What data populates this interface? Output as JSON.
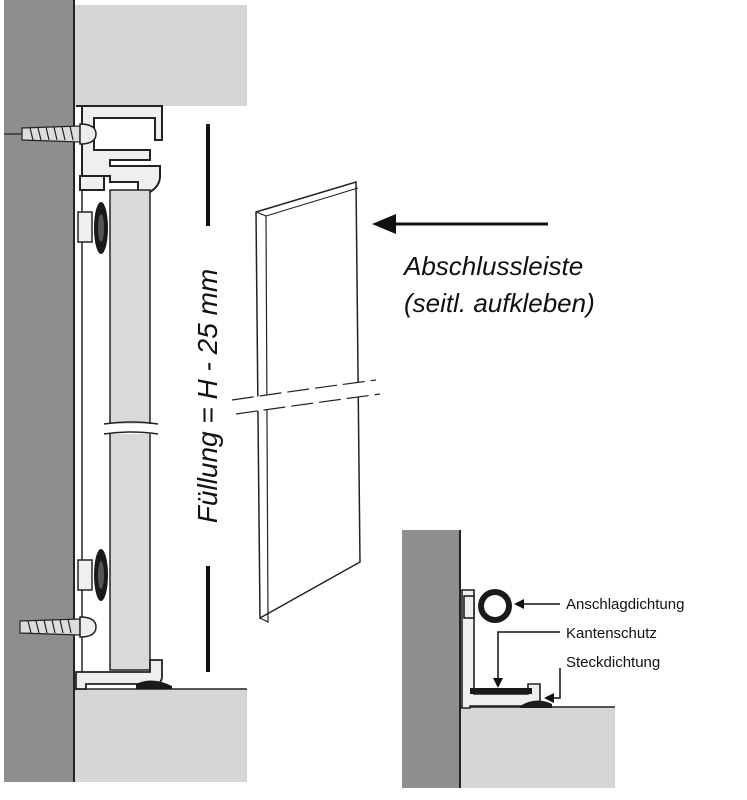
{
  "dimension_label": "Füllung = H - 25 mm",
  "panel_label": {
    "line1": "Abschlussleiste",
    "line2": "(seitl. aufkleben)"
  },
  "detail_labels": {
    "stop_seal": "Anschlagdichtung",
    "edge_guard": "Kantenschutz",
    "plug_seal": "Steckdichtung"
  },
  "colors": {
    "wall": "#8e8e8e",
    "ceiling_floor": "#d6d6d6",
    "panel_fill": "#d9d9d9",
    "profile_fill": "#efefef",
    "line": "#111111",
    "seal": "#1a1a1a"
  }
}
